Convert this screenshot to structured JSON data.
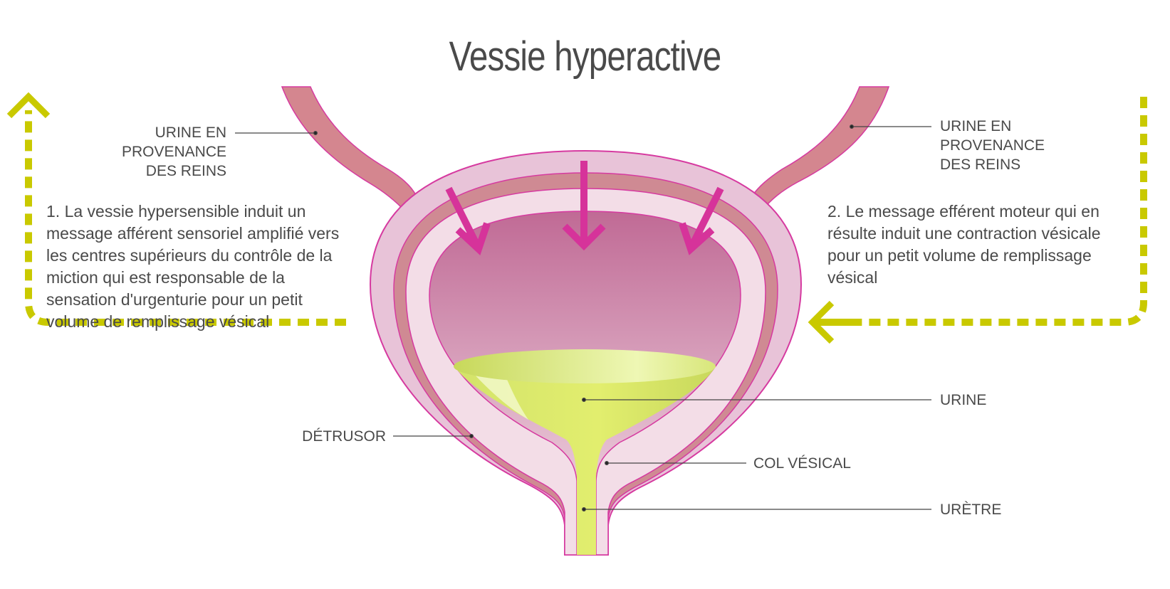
{
  "title": "Vessie hyperactive",
  "labels": {
    "kidney_left": "URINE EN\nPROVENANCE\nDES REINS",
    "kidney_right": "URINE EN\nPROVENANCE\nDES REINS",
    "detrusor": "DÉTRUSOR",
    "urine": "URINE",
    "bladder_neck": "COL VÉSICAL",
    "urethra": "URÈTRE"
  },
  "descriptions": {
    "step1": "1. La vessie hypersensible induit un message afférent sensoriel amplifié vers les centres supérieurs du contrôle de la miction qui est responsable de la sensation d'urgenturie pour un petit volume de remplissage vésical",
    "step2": "2. Le message efférent moteur qui en résulte induit une contraction vésicale pour un petit volume de remplissage vésical"
  },
  "colors": {
    "signal_arrow": "#c9c900",
    "pressure_arrow": "#d6339a",
    "outer_wall": "#e8c3d8",
    "detrusor_band": "#cf8a93",
    "urine": "#dfe86a",
    "ureter": "#d4868f",
    "outline": "#d63aa0",
    "text": "#4a4a4a"
  }
}
